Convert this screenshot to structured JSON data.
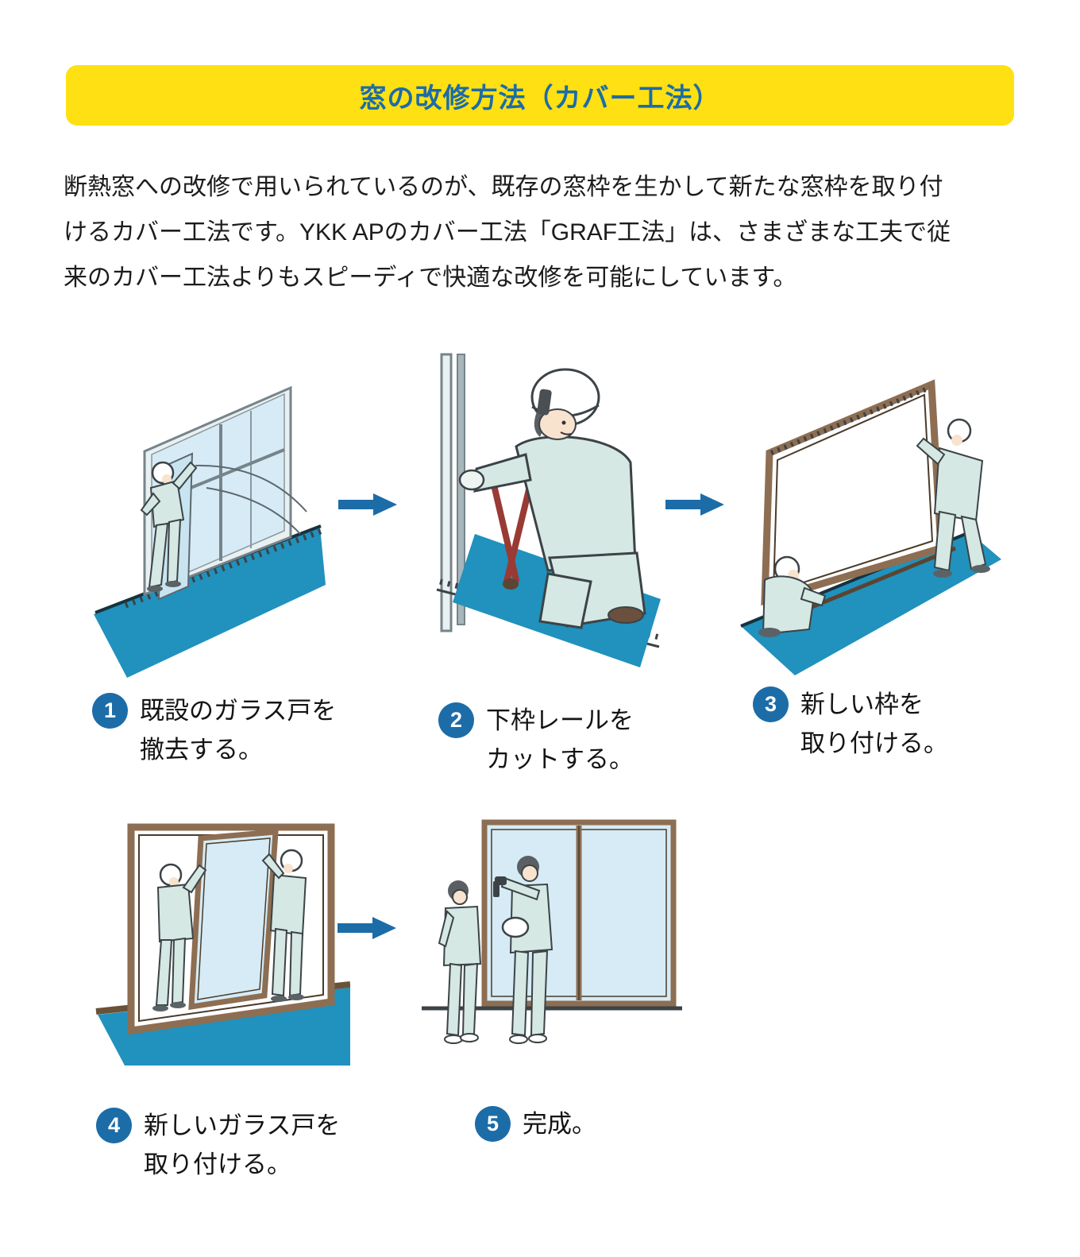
{
  "header": {
    "title": "窓の改修方法（カバー工法）"
  },
  "intro": {
    "lines": [
      "断熱窓への改修で用いられているのが、既存の窓枠を生かして新たな窓枠を取り付",
      "けるカバー工法です。YKK APのカバー工法「GRAF工法」は、さまざまな工夫で従",
      "来のカバー工法よりもスピーディで快適な改修を可能にしています。"
    ]
  },
  "steps": [
    {
      "number": "1",
      "label_line1": "既設のガラス戸を",
      "label_line2": "撤去する。",
      "illustration": "existing-glass-door-removal-illustration"
    },
    {
      "number": "2",
      "label_line1": "下枠レールを",
      "label_line2": "カットする。",
      "illustration": "bottom-rail-cutting-illustration"
    },
    {
      "number": "3",
      "label_line1": "新しい枠を",
      "label_line2": "取り付ける。",
      "illustration": "new-frame-installation-illustration"
    },
    {
      "number": "4",
      "label_line1": "新しいガラス戸を",
      "label_line2": "取り付ける。",
      "illustration": "new-glass-door-installation-illustration"
    },
    {
      "number": "5",
      "label_line1": "完成。",
      "label_line2": "",
      "illustration": "completed-window-illustration"
    }
  ],
  "icons": {
    "step_arrow": "arrow-right-icon"
  },
  "colors": {
    "accent_blue": "#1C6CA8",
    "banner_yellow": "#FFE012",
    "text_dark": "#1C1C1C",
    "floor_teal": "#2191BD",
    "glass_blue": "#D6EBF6",
    "frame_brown": "#8D6E52",
    "cloth_teal": "#D5E8E3",
    "outline_gray": "#3C4347",
    "tool_red": "#993A35",
    "helmet_white": "#FFFFFF",
    "skin": "#F8E3CF",
    "hair_gray": "#5A5F63"
  }
}
